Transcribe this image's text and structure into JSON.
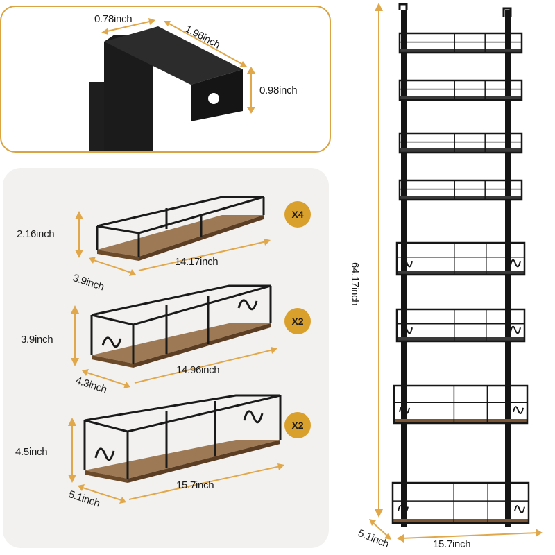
{
  "hook_panel": {
    "width_label": "0.78inch",
    "depth_label": "1.96inch",
    "height_label": "0.98inch"
  },
  "baskets": [
    {
      "height_label": "2.16inch",
      "depth_label": "3.9inch",
      "length_label": "14.17inch",
      "quantity": "X4"
    },
    {
      "height_label": "3.9inch",
      "depth_label": "4.3inch",
      "length_label": "14.96inch",
      "quantity": "X2"
    },
    {
      "height_label": "4.5inch",
      "depth_label": "5.1inch",
      "length_label": "15.7inch",
      "quantity": "X2"
    }
  ],
  "rack": {
    "height_label": "64.17inch",
    "depth_label": "5.1inch",
    "width_label": "15.7inch"
  },
  "colors": {
    "accent": "#d9a02c",
    "arrow": "#e0a84a",
    "metal": "#1a1a1a",
    "wood": "#9a6a3e",
    "panel_bg": "#f2f1ef"
  }
}
